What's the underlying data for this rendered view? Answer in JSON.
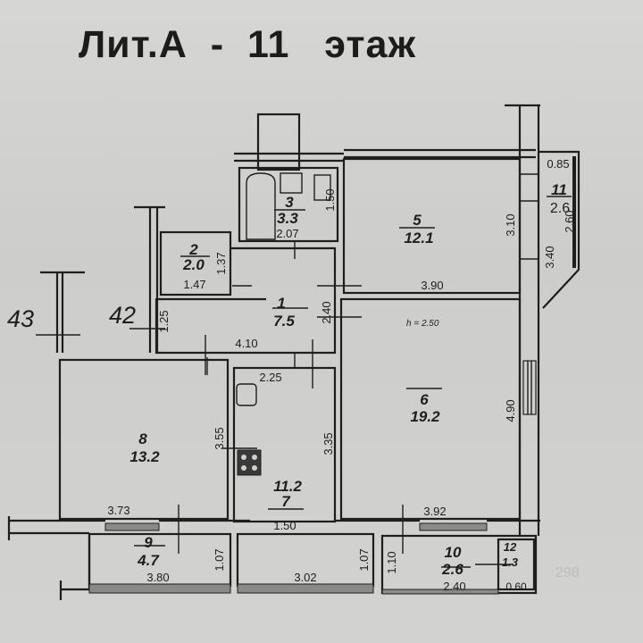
{
  "title": "Лит.А  -  11   этаж",
  "neighbors": [
    {
      "label": "43"
    },
    {
      "label": "42"
    }
  ],
  "ceiling_height": "h = 2.50",
  "rooms": [
    {
      "number": "1",
      "area": "7.5"
    },
    {
      "number": "2",
      "area": "2.0"
    },
    {
      "number": "3",
      "area": "3.3"
    },
    {
      "number": "5",
      "area": "12.1"
    },
    {
      "number": "6",
      "area": "19.2"
    },
    {
      "number": "7",
      "area": "11.2"
    },
    {
      "number": "8",
      "area": "13.2"
    },
    {
      "number": "9",
      "area": "4.7"
    },
    {
      "number": "10",
      "area": "2.6"
    },
    {
      "number": "11",
      "area": "2.6"
    },
    {
      "number": "12",
      "area": "1.3"
    }
  ],
  "dimensions": {
    "r3_width": "2.07",
    "r3_depth": "1.50",
    "r2_width": "1.47",
    "r2_depth": "1.37",
    "r1_width": "4.10",
    "r1_depth": "2.40",
    "r1_nook": "1.25",
    "r5_width": "3.90",
    "r5_depth": "3.10",
    "r11_top": "0.85",
    "r11_side": "3.40",
    "r11_diag": "2.60",
    "r6_width": "3.92",
    "r6_depth": "4.90",
    "r7_width": "2.25",
    "r7_depth": "3.35",
    "r7_opening": "1.50",
    "r8_width": "3.73",
    "r8_depth": "3.55",
    "r9_width": "3.80",
    "r9_depth": "1.07",
    "loggia_mid_width": "3.02",
    "loggia_mid_depth": "1.07",
    "r10_width": "2.40",
    "r10_depth": "1.10",
    "r12_width": "0.60"
  },
  "watermark": "298"
}
